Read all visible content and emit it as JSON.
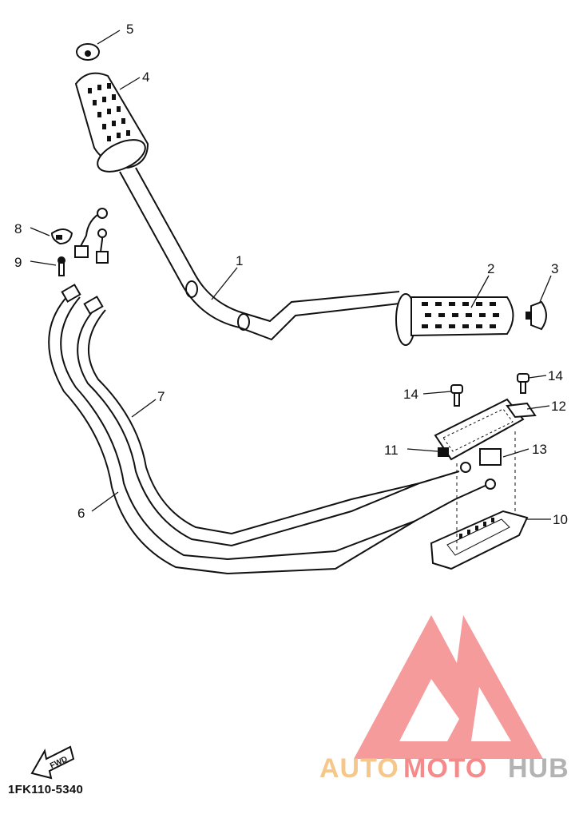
{
  "callouts": {
    "c1": "1",
    "c2": "2",
    "c3": "3",
    "c4": "4",
    "c5": "5",
    "c6": "6",
    "c7": "7",
    "c8": "8",
    "c9": "9",
    "c10": "10",
    "c11": "11",
    "c12": "12",
    "c13": "13",
    "c14a": "14",
    "c14b": "14"
  },
  "part_code": "1FK110-5340",
  "fwd_label": "FWD",
  "watermark": {
    "part1": "AUTO",
    "part2": "MOTO",
    "part3": "HUB",
    "colors": {
      "part1": "#f5c78a",
      "part2": "#f58a8a",
      "part3": "#b3b3b3",
      "logo": "#f58a8a"
    }
  }
}
